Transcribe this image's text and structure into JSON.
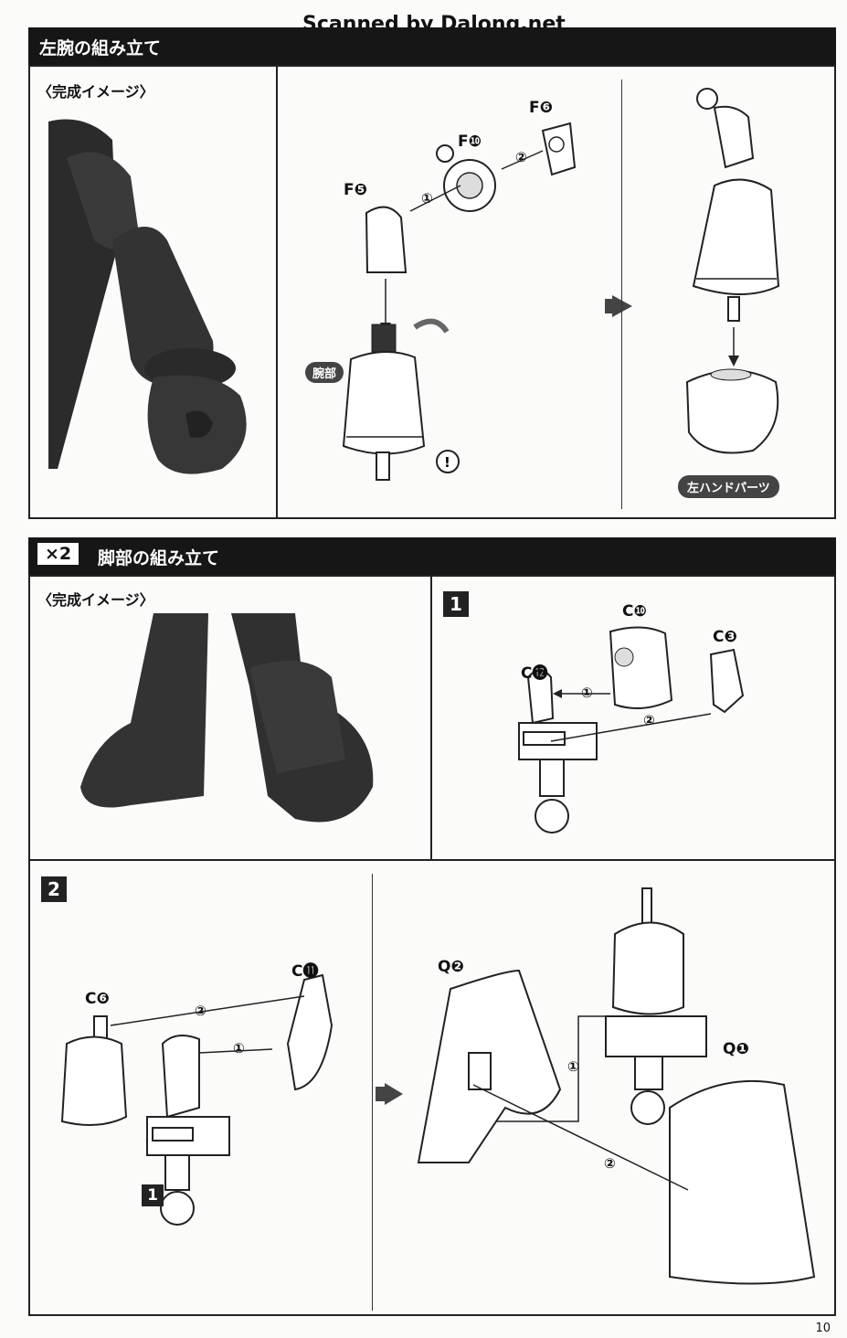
{
  "watermark": "Scanned by Dalong.net",
  "page_number": "10",
  "section1": {
    "title": "左腕の組み立て",
    "image_label": "〈完成イメージ〉",
    "parts": {
      "f6": "F❻",
      "f10": "F❿",
      "f5": "F❺",
      "step1": "①",
      "step2": "②",
      "arm_label": "腕部",
      "hand_label": "左ハンドパーツ"
    }
  },
  "section2": {
    "multiplier": "×2",
    "title": "脚部の組み立て",
    "image_label": "〈完成イメージ〉",
    "step1": {
      "number": "1",
      "c10": "C❿",
      "c3": "C❸",
      "c12": "C⓬",
      "a1": "①",
      "a2": "②"
    },
    "step2": {
      "number": "2",
      "c6": "C❻",
      "c11": "C⓫",
      "sub_ref": "1",
      "a1": "①",
      "a2": "②",
      "q2": "Q❷",
      "q1": "Q❶",
      "b1": "①",
      "b2": "②"
    }
  }
}
